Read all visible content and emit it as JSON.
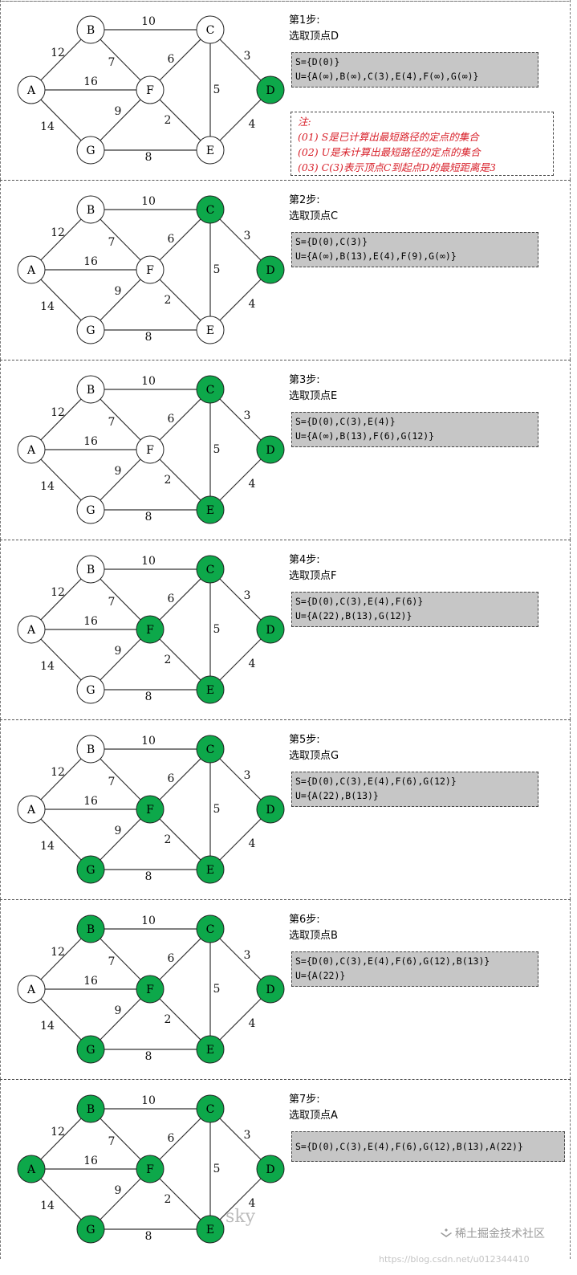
{
  "graph": {
    "nodes": [
      "A",
      "B",
      "C",
      "D",
      "E",
      "F",
      "G"
    ],
    "edges": [
      {
        "from": "A",
        "to": "B",
        "w": "12"
      },
      {
        "from": "A",
        "to": "F",
        "w": "16"
      },
      {
        "from": "A",
        "to": "G",
        "w": "14"
      },
      {
        "from": "B",
        "to": "C",
        "w": "10"
      },
      {
        "from": "B",
        "to": "F",
        "w": "7"
      },
      {
        "from": "C",
        "to": "F",
        "w": "6"
      },
      {
        "from": "C",
        "to": "E",
        "w": "5"
      },
      {
        "from": "C",
        "to": "D",
        "w": "3"
      },
      {
        "from": "F",
        "to": "G",
        "w": "9"
      },
      {
        "from": "F",
        "to": "E",
        "w": "2"
      },
      {
        "from": "G",
        "to": "E",
        "w": "8"
      },
      {
        "from": "E",
        "to": "D",
        "w": "4"
      }
    ],
    "done_color": "#0da84a"
  },
  "steps": [
    {
      "title": "第1步:",
      "subtitle": "选取顶点D",
      "s": "S={D(0)}",
      "u": "U={A(∞),B(∞),C(3),E(4),F(∞),G(∞)}",
      "done": [
        "D"
      ]
    },
    {
      "title": "第2步:",
      "subtitle": "选取顶点C",
      "s": "S={D(0),C(3)}",
      "u": "U={A(∞),B(13),E(4),F(9),G(∞)}",
      "done": [
        "D",
        "C"
      ]
    },
    {
      "title": "第3步:",
      "subtitle": "选取顶点E",
      "s": "S={D(0),C(3),E(4)}",
      "u": "U={A(∞),B(13),F(6),G(12)}",
      "done": [
        "D",
        "C",
        "E"
      ]
    },
    {
      "title": "第4步:",
      "subtitle": "选取顶点F",
      "s": "S={D(0),C(3),E(4),F(6)}",
      "u": "U={A(22),B(13),G(12)}",
      "done": [
        "D",
        "C",
        "E",
        "F"
      ]
    },
    {
      "title": "第5步:",
      "subtitle": "选取顶点G",
      "s": "S={D(0),C(3),E(4),F(6),G(12)}",
      "u": "U={A(22),B(13)}",
      "done": [
        "D",
        "C",
        "E",
        "F",
        "G"
      ]
    },
    {
      "title": "第6步:",
      "subtitle": "选取顶点B",
      "s": "S={D(0),C(3),E(4),F(6),G(12),B(13)}",
      "u": "U={A(22)}",
      "done": [
        "D",
        "C",
        "E",
        "F",
        "G",
        "B"
      ]
    },
    {
      "title": "第7步:",
      "subtitle": "选取顶点A",
      "s": "S={D(0),C(3),E(4),F(6),G(12),B(13),A(22)}",
      "u": "",
      "done": [
        "D",
        "C",
        "E",
        "F",
        "G",
        "B",
        "A"
      ]
    }
  ],
  "note": {
    "title": "注:",
    "lines": [
      "(01) S是已计算出最短路径的定点的集合",
      "(02) U是未计算出最短路径的定点的集合",
      "(03) C(3)表示顶点C到起点D的最短距离是3"
    ]
  },
  "watermarks": {
    "sky": "sky",
    "blog": "https://blog.csdn.net/u012344410",
    "juejin": "稀土掘金技术社区"
  }
}
